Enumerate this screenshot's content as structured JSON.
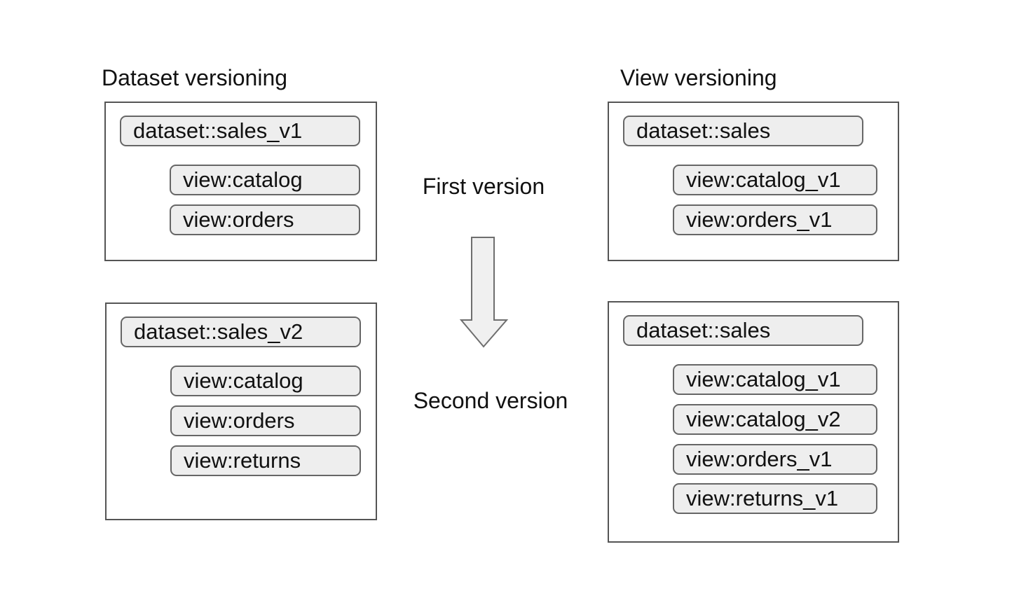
{
  "left_panel": {
    "title": "Dataset versioning",
    "v1": {
      "dataset": "dataset::sales_v1",
      "views": [
        "view:catalog",
        "view:orders"
      ]
    },
    "v2": {
      "dataset": "dataset::sales_v2",
      "views": [
        "view:catalog",
        "view:orders",
        "view:returns"
      ]
    }
  },
  "right_panel": {
    "title": "View versioning",
    "v1": {
      "dataset": "dataset::sales",
      "views": [
        "view:catalog_v1",
        "view:orders_v1"
      ]
    },
    "v2": {
      "dataset": "dataset::sales",
      "views": [
        "view:catalog_v1",
        "view:catalog_v2",
        "view:orders_v1",
        "view:returns_v1"
      ]
    }
  },
  "center": {
    "first_label": "First version",
    "second_label": "Second version",
    "arrow_icon": "down-arrow-icon"
  },
  "colors": {
    "background": "#ffffff",
    "box_border": "#555555",
    "pill_fill": "#eeeeee",
    "pill_border": "#666666",
    "arrow_fill": "#f0f0f0",
    "arrow_border": "#6e6e6e",
    "text": "#111111"
  }
}
